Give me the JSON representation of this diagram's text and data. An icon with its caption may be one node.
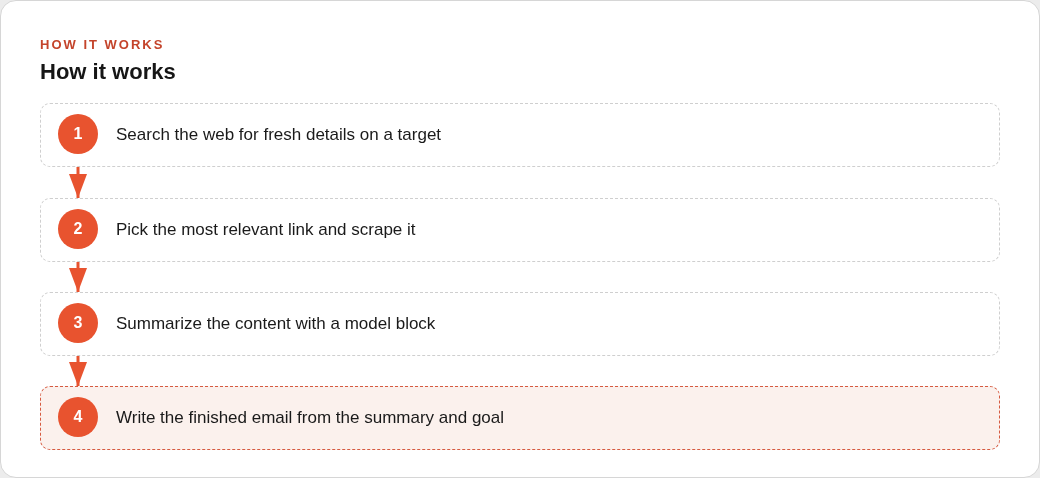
{
  "diagram": {
    "title": "How it works",
    "nodes": [
      {
        "text": [
          "Search the web for fresh details on a target"
        ]
      },
      {
        "text": [
          "1"
        ],
        "in": 0
      },
      {
        "text": [
          "Pick the most relevant link and scrape it"
        ]
      },
      {
        "text": [
          "2"
        ],
        "in": 2
      },
      {
        "text": [
          "Summarize the content with a model block"
        ]
      },
      {
        "text": [
          "3"
        ],
        "in": 4
      },
      {
        "text": [
          "Write the finished email from the summary and goal"
        ]
      },
      {
        "text": [
          "4"
        ],
        "in": 6
      }
    ],
    "edges": [
      {
        "from": 0,
        "to": 2,
        "arrow": "to"
      },
      {
        "from": 2,
        "to": 4,
        "arrow": "to"
      },
      {
        "from": 4,
        "to": 6,
        "arrow": "to"
      }
    ],
    "labels": [
      "HOW IT WORKS"
    ]
  }
}
